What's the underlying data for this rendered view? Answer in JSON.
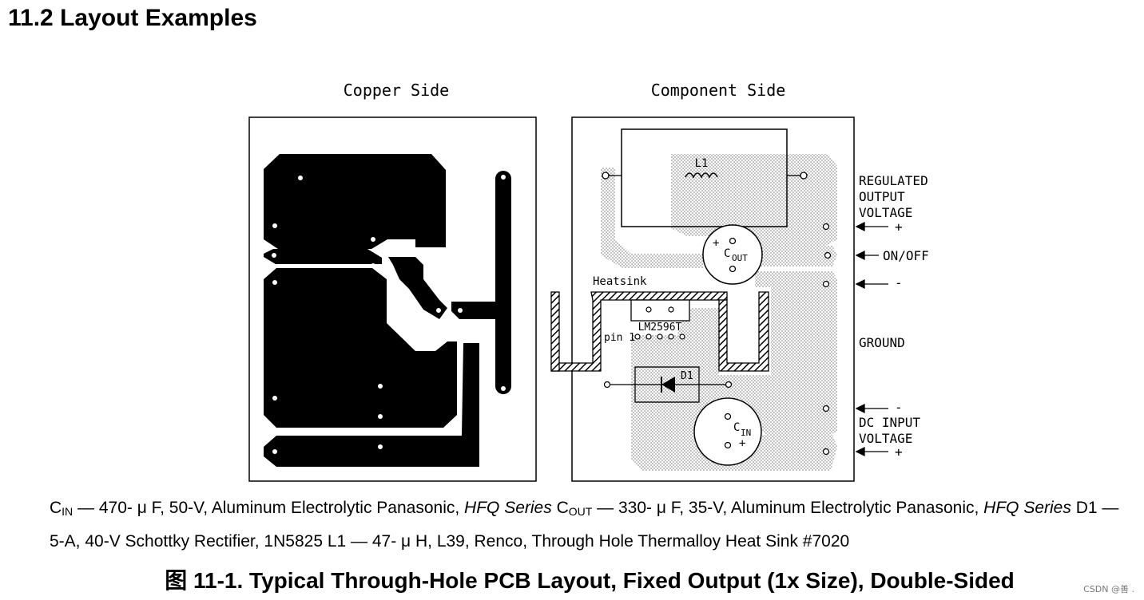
{
  "section_title": "11.2 Layout Examples",
  "panels": {
    "copper_side_label": "Copper Side",
    "component_side_label": "Component Side"
  },
  "component_labels": {
    "inductor": "L1",
    "cout": "C",
    "cout_sub": "OUT",
    "cin": "C",
    "cin_sub": "IN",
    "heatsink": "Heatsink",
    "ic": "LM2596T",
    "pin1": "pin 1",
    "diode": "D1",
    "plus": "+"
  },
  "terminal_labels": {
    "regulated_output_voltage": [
      "REGULATED",
      "OUTPUT",
      "VOLTAGE"
    ],
    "out_plus": "+",
    "on_off": "ON/OFF",
    "out_minus": "-",
    "ground": "GROUND",
    "in_minus": "-",
    "dc_input_voltage": [
      "DC INPUT",
      "VOLTAGE"
    ],
    "in_plus": "+"
  },
  "bom": {
    "cin_sym": "C",
    "cin_sub": "IN",
    "cin_text": " — 470- μ F, 50-V, Aluminum Electrolytic Panasonic, ",
    "cin_series": "HFQ Series",
    "cout_sym": " C",
    "cout_sub": "OUT",
    "cout_text": " — 330- μ F, 35-V, Aluminum Electrolytic Panasonic, ",
    "cout_series": "HFQ Series",
    "d1_text": " D1 — 5-A, 40-V Schottky Rectifier, 1N5825 L1 — 47- μ H, L39, Renco, Through Hole Thermalloy Heat Sink #7020"
  },
  "caption": "图 11-1. Typical Through-Hole PCB Layout, Fixed Output (1x Size), Double-Sided",
  "watermark": "CSDN @善 ."
}
